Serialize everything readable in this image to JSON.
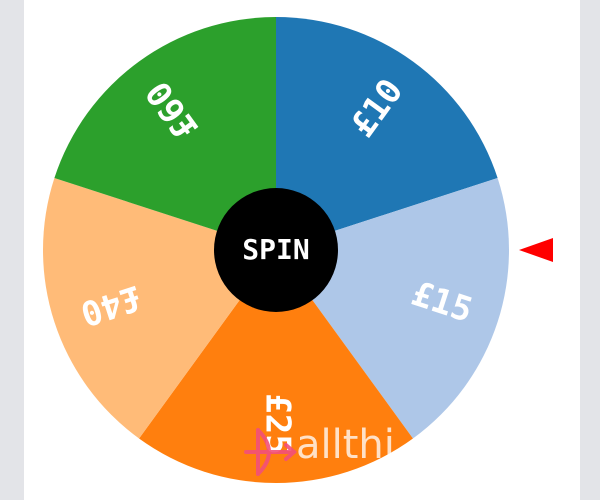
{
  "wheel": {
    "segments": [
      {
        "label": "£10",
        "color": "#1f77b4"
      },
      {
        "label": "£15",
        "color": "#aec7e8"
      },
      {
        "label": "£25",
        "color": "#ff7f0e"
      },
      {
        "label": "£40",
        "color": "#ffbb78"
      },
      {
        "label": "£60",
        "color": "#2ca02c"
      }
    ],
    "spin_button": {
      "label": "SPIN",
      "color": "#000000"
    },
    "pointer": {
      "icon": "triangle-left-icon",
      "color": "#ff0000"
    }
  },
  "watermark": {
    "text": "allthi",
    "icon": "bow-and-arrow-logo"
  }
}
